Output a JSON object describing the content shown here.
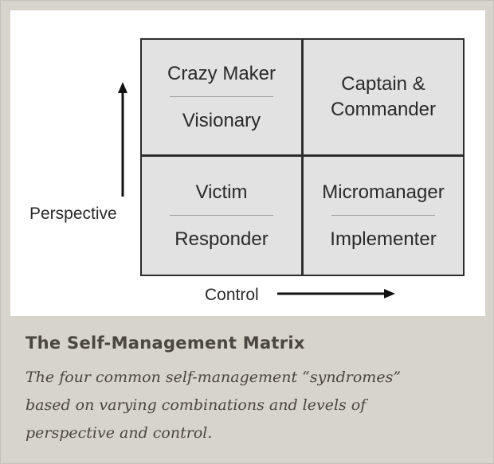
{
  "diagram": {
    "y_axis_label": "Perspective",
    "x_axis_label": "Control",
    "quadrants": {
      "top_left": {
        "upper": "Crazy Maker",
        "lower": "Visionary"
      },
      "top_right": {
        "line1": "Captain &",
        "line2": "Commander"
      },
      "bottom_left": {
        "upper": "Victim",
        "lower": "Responder"
      },
      "bottom_right": {
        "upper": "Micromanager",
        "lower": "Implementer"
      }
    }
  },
  "caption": {
    "title": "The Self-Management Matrix",
    "line1": "The four common self-management “syndromes”",
    "line2": "based on varying combinations and levels of",
    "line3": "perspective and control."
  },
  "colors": {
    "frame": "#d7d4cb",
    "cell_fill": "#e2e2e2",
    "grid_line": "#2d2d2d",
    "caption_text": "#4a4640"
  }
}
